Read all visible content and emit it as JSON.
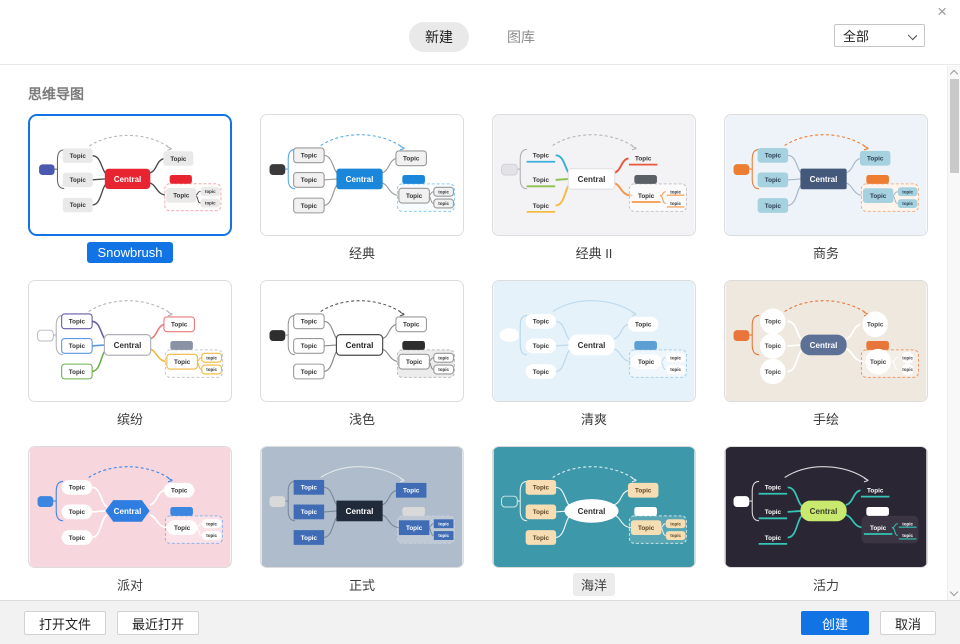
{
  "header": {
    "tabs": [
      {
        "label": "新建",
        "active": true
      },
      {
        "label": "图库",
        "active": false
      }
    ],
    "filter": {
      "value": "全部"
    },
    "close_icon": "×"
  },
  "section": {
    "title": "思维导图"
  },
  "thumb_text": {
    "central": "Central",
    "topic": "Topic",
    "subtopic": "topic"
  },
  "cards": [
    {
      "label": "Snowbrush",
      "selected": true,
      "label_style": "primary",
      "theme": {
        "bg": "#ffffff",
        "brace": "#666666",
        "branch": "#4a4a4a",
        "branchWidth": 1.4,
        "arrow": "#b5b5b5",
        "float_fill": "#4a58b0",
        "accent": "#e82430",
        "boundary_stroke": "#f2a8b0",
        "boundary_fill": "#fffcfc",
        "central": {
          "shape": "rect",
          "fill": "#e82430",
          "text": "#ffffff",
          "radius": 4
        },
        "topic": {
          "shape": "box",
          "fill": "#e9e9e9",
          "text": "#333333"
        }
      }
    },
    {
      "label": "经典",
      "selected": false,
      "label_style": "",
      "theme": {
        "bg": "#ffffff",
        "brace": "#55aae8",
        "branch": "#9b9b9b",
        "branchWidth": 1.2,
        "arrow": "#55aae8",
        "float_fill": "#3a3a3a",
        "accent": "#1b87da",
        "boundary_stroke": "#90cbf2",
        "boundary_fill": "#f8fcff",
        "central": {
          "shape": "rect",
          "fill": "#1b87da",
          "text": "#ffffff",
          "radius": 3
        },
        "topic": {
          "shape": "box",
          "fill": "#f1f1f1",
          "stroke": "#999999",
          "text": "#333333"
        }
      }
    },
    {
      "label": "经典 II",
      "selected": false,
      "label_style": "",
      "theme": {
        "bg": "#f3f3f5",
        "brace": "#b0b0b0",
        "branch": "#b0b0b0",
        "branchColors": [
          "#3bafda",
          "#8cc152",
          "#f6bb42",
          "#e9573f",
          "#f6974a"
        ],
        "branchWidth": 2,
        "arrow": "#b4b4b4",
        "float_fill": "#e3e3e7",
        "float_stroke": "#d2d2d6",
        "accent": "#5b5f66",
        "boundary_stroke": "#c6c6ca",
        "boundary_fill": "rgba(255,255,255,0.55)",
        "central": {
          "shape": "rect",
          "fill": "#ffffff",
          "stroke": "#e4e4e6",
          "text": "#333333",
          "radius": 3
        },
        "topic": {
          "shape": "underline",
          "text": "#333333"
        }
      }
    },
    {
      "label": "商务",
      "selected": false,
      "label_style": "",
      "theme": {
        "bg": "#edf3f9",
        "brace": "#ed7d31",
        "branch": "#a9b6c6",
        "branchWidth": 1.2,
        "arrow": "#ed7d31",
        "float_fill": "#ed7d31",
        "accent": "#ed7d31",
        "boundary_stroke": "#f1b189",
        "boundary_fill": "#fdf5ed",
        "central": {
          "shape": "rect",
          "fill": "#44587c",
          "text": "#ffffff",
          "radius": 2
        },
        "topic": {
          "shape": "box",
          "fill": "#a6d1df",
          "text": "#2c3e50"
        }
      }
    },
    {
      "label": "缤纷",
      "selected": false,
      "label_style": "",
      "theme": {
        "bg": "#ffffff",
        "brace": "#b2b2ba",
        "branch": "#b2b2ba",
        "branchColors": [
          "#6a5aa8",
          "#5a9ae0",
          "#6ab04c",
          "#e87878",
          "#f0b840"
        ],
        "branchWidth": 1.6,
        "arrow": "#b2b2ba",
        "float_fill": "#ffffff",
        "float_stroke": "#b8b8c0",
        "accent": "#8a93a5",
        "boundary_stroke": "#c8c8d0",
        "boundary_fill": "#fdfdfd",
        "central": {
          "shape": "rect",
          "fill": "#ffffff",
          "stroke": "#b0b0b8",
          "text": "#333333",
          "radius": 4
        },
        "topic": {
          "shape": "box",
          "fill": "#ffffff",
          "colors": [
            "#6a5aa8",
            "#5a9ae0",
            "#6ab04c",
            "#e87878",
            "#f0b840"
          ],
          "text": "#333333"
        }
      }
    },
    {
      "label": "浅色",
      "selected": false,
      "label_style": "",
      "theme": {
        "bg": "#ffffff",
        "brace": "#9a9a9a",
        "branch": "#8a8a8a",
        "branchWidth": 1.2,
        "arrow": "#555555",
        "float_fill": "#2e2e2e",
        "accent": "#2e2e2e",
        "boundary_stroke": "#bcbcbc",
        "boundary_fill": "#ececec",
        "central": {
          "shape": "rect",
          "fill": "#ffffff",
          "stroke": "#4a4a4a",
          "text": "#222222",
          "radius": 4
        },
        "topic": {
          "shape": "box",
          "fill": "#ffffff",
          "stroke": "#9a9a9a",
          "text": "#333333"
        }
      }
    },
    {
      "label": "清爽",
      "selected": false,
      "label_style": "",
      "theme": {
        "bg": "#e6f2fa",
        "brace": "#b6d7ea",
        "branch": "#bedaec",
        "branchWidth": 1.3,
        "arrow": "#bedaec",
        "arrowDash": false,
        "floatShape": "ellipse",
        "float_fill": "#ffffff",
        "accent": "#5b9fd4",
        "boundary_stroke": "#abd0e8",
        "boundary_fill": "rgba(255,255,255,0.35)",
        "central": {
          "shape": "rect",
          "fill": "#ffffff",
          "text": "#333333",
          "radius": 9
        },
        "topic": {
          "shape": "pill",
          "fill": "#ffffff",
          "text": "#333333"
        }
      }
    },
    {
      "label": "手绘",
      "selected": false,
      "label_style": "",
      "theme": {
        "bg": "#efe8df",
        "brace": "#e8763a",
        "branch": "#ffffff",
        "branchWidth": 1.7,
        "arrow": "#e8763a",
        "float_fill": "#e8763a",
        "accent": "#e8763a",
        "boundary_stroke": "#ec9b68",
        "boundary_fill": "rgba(255,255,255,0.25)",
        "central": {
          "shape": "rect",
          "fill": "#5d7096",
          "text": "#ffffff",
          "radius": 10
        },
        "topic": {
          "shape": "circle",
          "fill": "#ffffff",
          "text": "#444444"
        }
      }
    },
    {
      "label": "派对",
      "selected": false,
      "label_style": "",
      "theme": {
        "bg": "#f8d6de",
        "brace": "#3d86e0",
        "branch": "#ffffff",
        "branchWidth": 1.7,
        "arrow": "#3d86e0",
        "float_fill": "#3d86e0",
        "accent": "#3d86e0",
        "boundary_stroke": "#92b4ea",
        "boundary_fill": "rgba(255,255,255,0.3)",
        "central": {
          "shape": "hex",
          "fill": "#2e7de0",
          "text": "#ffffff"
        },
        "topic": {
          "shape": "pill",
          "fill": "#ffffff",
          "text": "#333333"
        }
      }
    },
    {
      "label": "正式",
      "selected": false,
      "label_style": "",
      "theme": {
        "bg": "#aebccb",
        "brace": "#7b8b9d",
        "branch": "#7b8b9d",
        "branchWidth": 1.2,
        "arrow": "#e2e6ea",
        "arrowDash": false,
        "float_fill": "#d9d9d9",
        "accent": "#d9d9d9",
        "boundary_stroke": "#c4cedb",
        "boundary_fill": "rgba(255,255,255,0.2)",
        "central": {
          "shape": "rect",
          "fill": "#202a3a",
          "text": "#ffffff",
          "radius": 0
        },
        "topic": {
          "shape": "box",
          "fill": "#3f6cb5",
          "text": "#ffffff",
          "radius": 0
        }
      }
    },
    {
      "label": "海洋",
      "selected": false,
      "label_style": "chip",
      "theme": {
        "bg": "#3d98a9",
        "brace": "#dff0f2",
        "branch": "#e9f5f6",
        "branchWidth": 1.2,
        "arrow": "#dff0f2",
        "float_fill": "none",
        "float_stroke": "#cfe8ea",
        "accent": "#ffffff",
        "boundary_stroke": "#c8e3e7",
        "boundary_fill": "rgba(255,255,255,0.15)",
        "central": {
          "shape": "ellipse",
          "fill": "#ffffff",
          "text": "#333333"
        },
        "topic": {
          "shape": "box",
          "fill": "#f6ddb4",
          "text": "#5a4726"
        }
      }
    },
    {
      "label": "活力",
      "selected": false,
      "label_style": "",
      "theme": {
        "bg": "#2a2633",
        "brace": "#d8d8d8",
        "branch": "#35c4b5",
        "branchWidth": 1.8,
        "arrow": "#d8d8d8",
        "arrowDash": false,
        "float_fill": "#ffffff",
        "accent": "#ffffff",
        "boundary_stroke": "none",
        "boundary_fill": "#3a3443",
        "central": {
          "shape": "rect",
          "fill": "#c8e86e",
          "text": "#37402a",
          "radius": 10
        },
        "topic": {
          "shape": "underline",
          "text": "#ffffff",
          "colors": [
            "#35c4b5",
            "#35c4b5",
            "#35c4b5",
            "#35c4b5",
            "#35c4b5"
          ]
        }
      }
    }
  ],
  "footer": {
    "open_file": "打开文件",
    "recent": "最近打开",
    "create": "创建",
    "cancel": "取消"
  },
  "colors": {
    "accent": "#1173e4"
  }
}
